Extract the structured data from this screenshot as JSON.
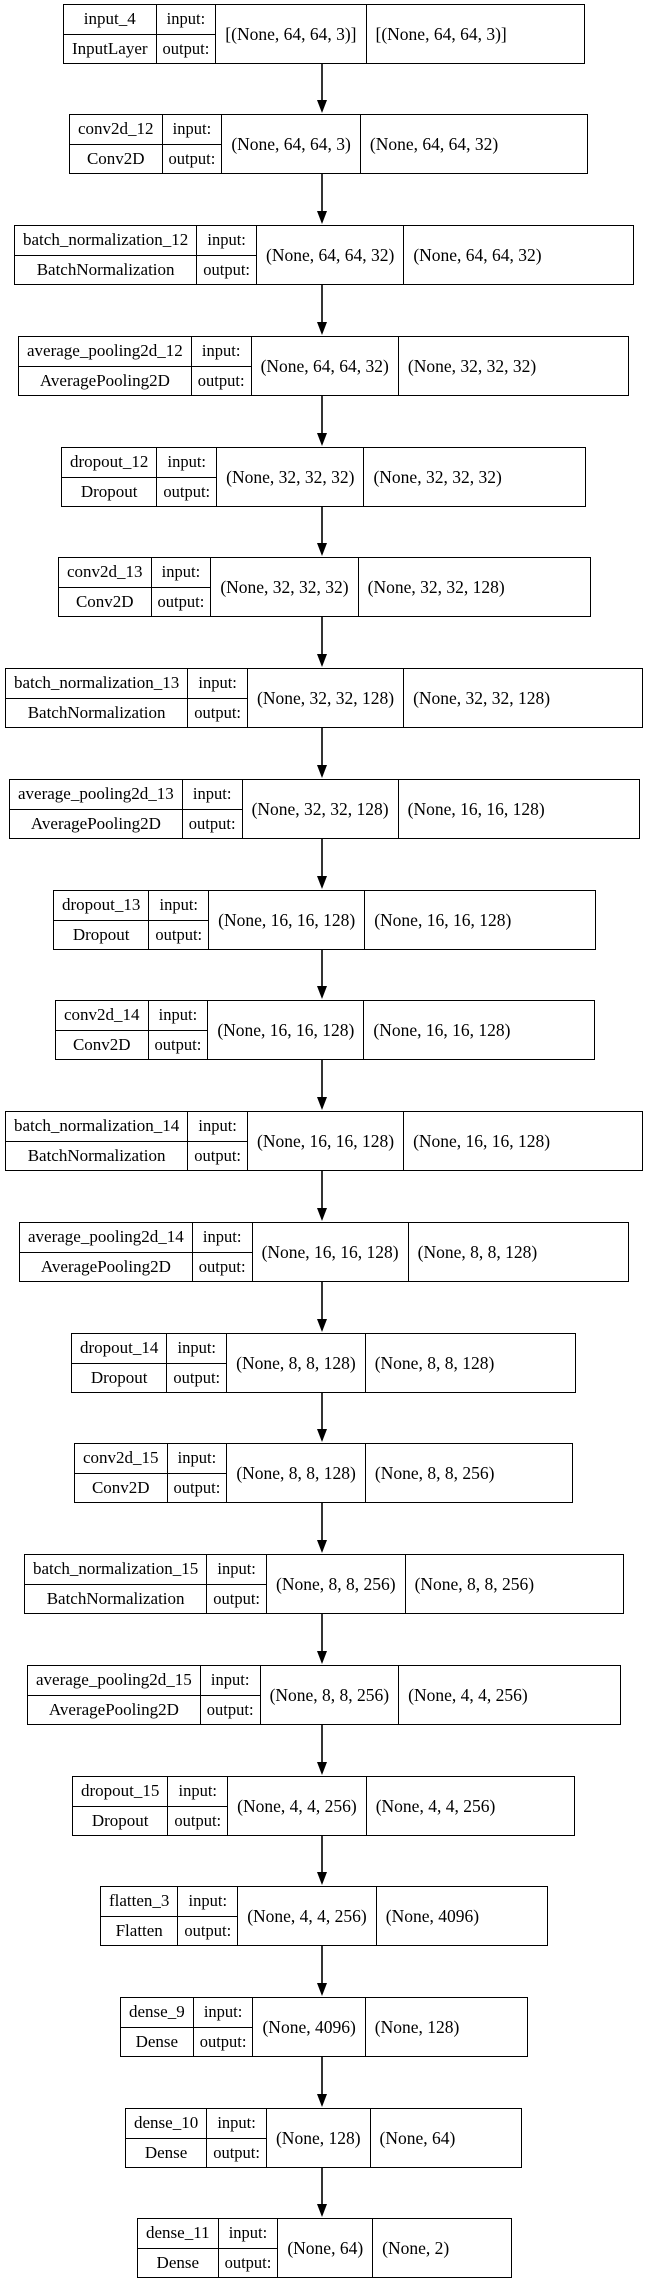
{
  "labels": {
    "input": "input:",
    "output": "output:"
  },
  "layers": [
    {
      "name": "input_4",
      "type": "InputLayer",
      "input": "[(None, 64, 64, 3)]",
      "output": "[(None, 64, 64, 3)]"
    },
    {
      "name": "conv2d_12",
      "type": "Conv2D",
      "input": "(None, 64, 64, 3)",
      "output": "(None, 64, 64, 32)"
    },
    {
      "name": "batch_normalization_12",
      "type": "BatchNormalization",
      "input": "(None, 64, 64, 32)",
      "output": "(None, 64, 64, 32)"
    },
    {
      "name": "average_pooling2d_12",
      "type": "AveragePooling2D",
      "input": "(None, 64, 64, 32)",
      "output": "(None, 32, 32, 32)"
    },
    {
      "name": "dropout_12",
      "type": "Dropout",
      "input": "(None, 32, 32, 32)",
      "output": "(None, 32, 32, 32)"
    },
    {
      "name": "conv2d_13",
      "type": "Conv2D",
      "input": "(None, 32, 32, 32)",
      "output": "(None, 32, 32, 128)"
    },
    {
      "name": "batch_normalization_13",
      "type": "BatchNormalization",
      "input": "(None, 32, 32, 128)",
      "output": "(None, 32, 32, 128)"
    },
    {
      "name": "average_pooling2d_13",
      "type": "AveragePooling2D",
      "input": "(None, 32, 32, 128)",
      "output": "(None, 16, 16, 128)"
    },
    {
      "name": "dropout_13",
      "type": "Dropout",
      "input": "(None, 16, 16, 128)",
      "output": "(None, 16, 16, 128)"
    },
    {
      "name": "conv2d_14",
      "type": "Conv2D",
      "input": "(None, 16, 16, 128)",
      "output": "(None, 16, 16, 128)"
    },
    {
      "name": "batch_normalization_14",
      "type": "BatchNormalization",
      "input": "(None, 16, 16, 128)",
      "output": "(None, 16, 16, 128)"
    },
    {
      "name": "average_pooling2d_14",
      "type": "AveragePooling2D",
      "input": "(None, 16, 16, 128)",
      "output": "(None, 8, 8, 128)"
    },
    {
      "name": "dropout_14",
      "type": "Dropout",
      "input": "(None, 8, 8, 128)",
      "output": "(None, 8, 8, 128)"
    },
    {
      "name": "conv2d_15",
      "type": "Conv2D",
      "input": "(None, 8, 8, 128)",
      "output": "(None, 8, 8, 256)"
    },
    {
      "name": "batch_normalization_15",
      "type": "BatchNormalization",
      "input": "(None, 8, 8, 256)",
      "output": "(None, 8, 8, 256)"
    },
    {
      "name": "average_pooling2d_15",
      "type": "AveragePooling2D",
      "input": "(None, 8, 8, 256)",
      "output": "(None, 4, 4, 256)"
    },
    {
      "name": "dropout_15",
      "type": "Dropout",
      "input": "(None, 4, 4, 256)",
      "output": "(None, 4, 4, 256)"
    },
    {
      "name": "flatten_3",
      "type": "Flatten",
      "input": "(None, 4, 4, 256)",
      "output": "(None, 4096)"
    },
    {
      "name": "dense_9",
      "type": "Dense",
      "input": "(None, 4096)",
      "output": "(None, 128)"
    },
    {
      "name": "dense_10",
      "type": "Dense",
      "input": "(None, 128)",
      "output": "(None, 64)"
    },
    {
      "name": "dense_11",
      "type": "Dense",
      "input": "(None, 64)",
      "output": "(None, 2)"
    }
  ]
}
